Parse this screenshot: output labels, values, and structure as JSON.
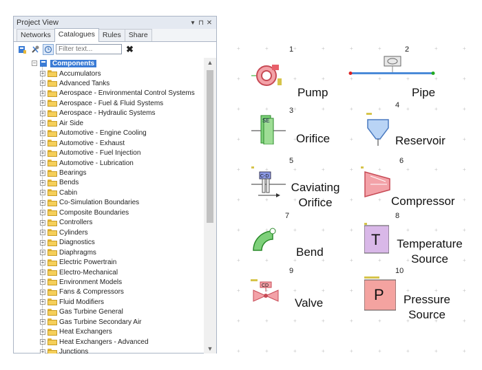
{
  "panel": {
    "title": "Project View",
    "controls": [
      "▾",
      "⊓",
      "✕"
    ],
    "tabs": [
      {
        "label": "Networks",
        "active": false
      },
      {
        "label": "Catalogues",
        "active": true
      },
      {
        "label": "Rules",
        "active": false
      },
      {
        "label": "Share",
        "active": false
      }
    ],
    "filter_placeholder": "Filter text...",
    "clear_label": "✖",
    "root_label": "Components",
    "categories": [
      "Accumulators",
      "Advanced Tanks",
      "Aerospace - Environmental Control Systems",
      "Aerospace - Fuel & Fluid Systems",
      "Aerospace - Hydraulic Systems",
      "Air Side",
      "Automotive - Engine Cooling",
      "Automotive - Exhaust",
      "Automotive - Fuel Injection",
      "Automotive - Lubrication",
      "Bearings",
      "Bends",
      "Cabin",
      "Co-Simulation Boundaries",
      "Composite Boundaries",
      "Controllers",
      "Cylinders",
      "Diagnostics",
      "Diaphragms",
      "Electric Powertrain",
      "Electro-Mechanical",
      "Environment Models",
      "Fans & Compressors",
      "Fluid Modifiers",
      "Gas Turbine General",
      "Gas Turbine Secondary Air",
      "Heat Exchangers",
      "Heat Exchangers - Advanced",
      "Junctions"
    ]
  },
  "components": [
    {
      "num": "1",
      "label": "Pump"
    },
    {
      "num": "2",
      "label": "Pipe"
    },
    {
      "num": "3",
      "label": "Orifice"
    },
    {
      "num": "4",
      "label": "Reservoir"
    },
    {
      "num": "5",
      "label": "Caviating Orifice"
    },
    {
      "num": "6",
      "label": "Compressor"
    },
    {
      "num": "7",
      "label": "Bend"
    },
    {
      "num": "8",
      "label": "Temperature Source"
    },
    {
      "num": "9",
      "label": "Valve"
    },
    {
      "num": "10",
      "label": "Pressure Source"
    }
  ],
  "icon_text": {
    "orifice": "SE",
    "cav": "C-D",
    "valve": "CD",
    "temp": "T",
    "pressure": "P"
  },
  "colors": {
    "selection": "#3a7bd5",
    "temp_fill": "#d9b8e8",
    "pressure_fill": "#f4a3a0",
    "pump": "#e8606a",
    "bend": "#2fae3e"
  }
}
